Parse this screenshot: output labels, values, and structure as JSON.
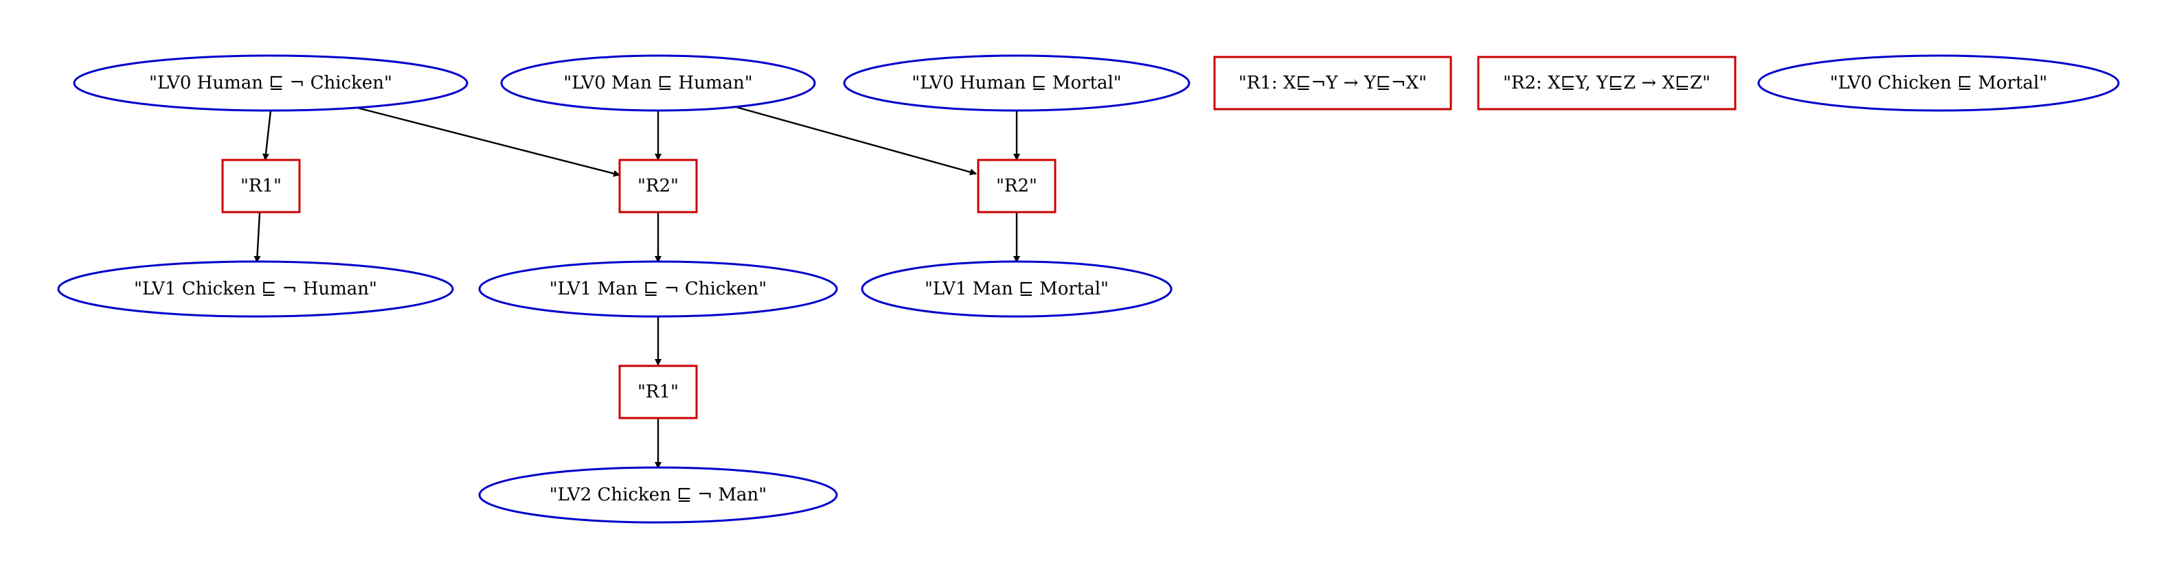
{
  "colors": {
    "background": "#ffffff",
    "statement_stroke": "#0000cc",
    "rule_stroke": "#cc0000",
    "edge": "#000000",
    "text": "#000000"
  },
  "nodes": {
    "lv0_human_not_chicken": "\"LV0  Human ⊑ ¬ Chicken\"",
    "lv0_man_human": "\"LV0  Man ⊑ Human\"",
    "lv0_human_mortal": "\"LV0  Human ⊑ Mortal\"",
    "rule_r1_legend": "\"R1: X⊑¬Y → Y⊑¬X\"",
    "rule_r2_legend": "\"R2: X⊑Y, Y⊑Z → X⊑Z\"",
    "lv0_chicken_mortal": "\"LV0  Chicken ⊑ Mortal\"",
    "r1_a": "\"R1\"",
    "r2_a": "\"R2\"",
    "r2_b": "\"R2\"",
    "lv1_chicken_not_human": "\"LV1  Chicken ⊑ ¬ Human\"",
    "lv1_man_not_chicken": "\"LV1  Man ⊑ ¬ Chicken\"",
    "lv1_man_mortal": "\"LV1  Man ⊑ Mortal\"",
    "r1_b": "\"R1\"",
    "lv2_chicken_not_man": "\"LV2  Chicken ⊑ ¬ Man\""
  }
}
